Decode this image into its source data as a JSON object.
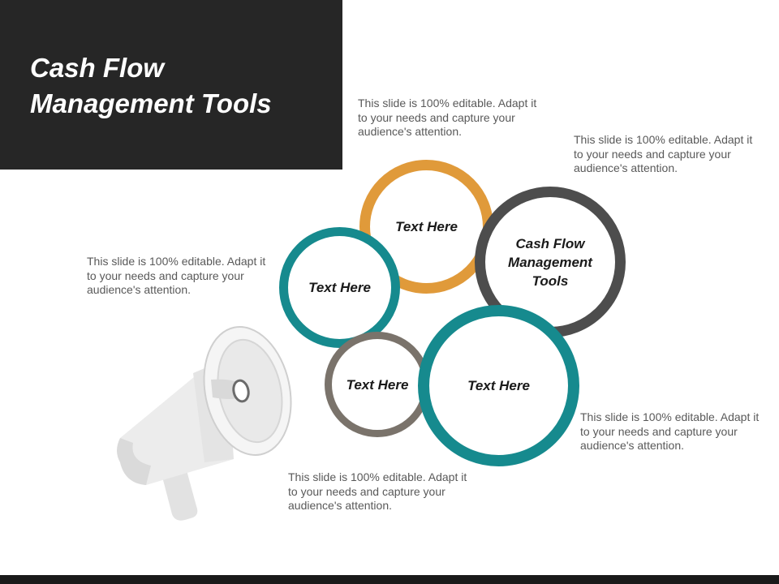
{
  "title": "Cash Flow\nManagement Tools",
  "circles": [
    {
      "label": "Text Here",
      "color": "#E09A3A"
    },
    {
      "label": "Cash Flow\nManagement\nTools",
      "color": "#4D4D4D"
    },
    {
      "label": "Text Here",
      "color": "#168A8E"
    },
    {
      "label": "Text Here",
      "color": "#7A736B"
    },
    {
      "label": "Text Here",
      "color": "#168A8E"
    }
  ],
  "notes": [
    "This slide is 100% editable. Adapt it to your needs and capture your audience's attention.",
    "This slide is 100% editable. Adapt it to your needs and capture your audience's attention.",
    "This slide is 100% editable. Adapt it to your needs and capture your audience's attention.",
    "This slide is 100% editable. Adapt it to your needs and capture your audience's attention.",
    "This slide is 100% editable. Adapt it to your needs and capture your audience's attention."
  ],
  "icons": {
    "megaphone": "megaphone-icon"
  }
}
